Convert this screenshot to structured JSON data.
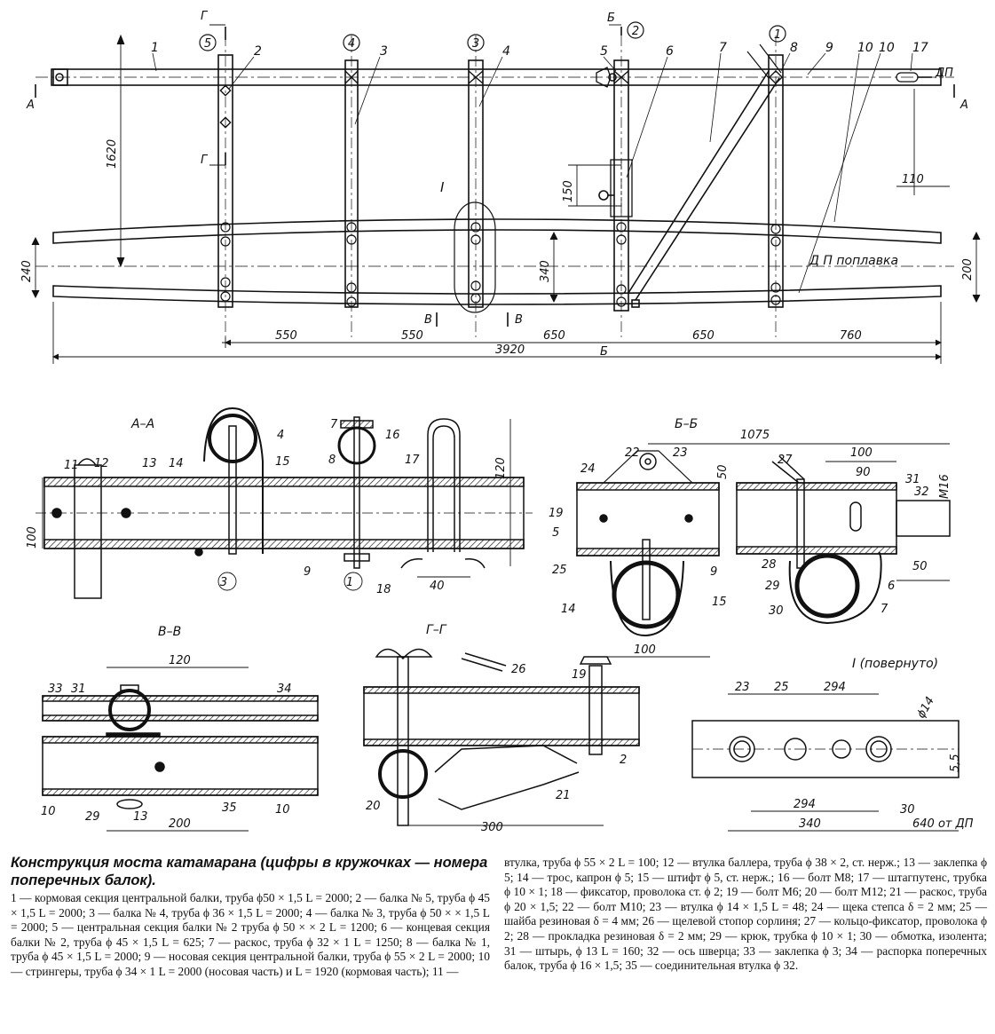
{
  "plan": {
    "beam_numbers": [
      "5",
      "4",
      "3",
      "2",
      "1"
    ],
    "part_numbers": [
      "1",
      "2",
      "3",
      "4",
      "5",
      "6",
      "7",
      "8",
      "9",
      "10",
      "10",
      "17"
    ],
    "section_marks": {
      "A_left": "А",
      "A_right": "А",
      "B_top": "Б",
      "B_bottom": "Б",
      "V_left": "В",
      "V_right": "В",
      "G_top": "Г",
      "G_bottom": "Г"
    },
    "dp_label": "ДП",
    "float_dp_label": "Д П поплавка",
    "detail_mark": "I",
    "dims": {
      "d1620": "1620",
      "d240": "240",
      "d340": "340",
      "d150": "150",
      "d110": "110",
      "d200": "200",
      "spans": [
        "550",
        "550",
        "650",
        "650",
        "760"
      ],
      "total": "3920"
    }
  },
  "section_AA": {
    "title": "А–А",
    "labels": [
      "11",
      "12",
      "13",
      "14",
      "4",
      "15",
      "7",
      "8",
      "16",
      "17",
      "9",
      "18"
    ],
    "circles": [
      "3",
      "1"
    ],
    "dims": {
      "d100": "100",
      "d120": "120",
      "d40": "40"
    }
  },
  "section_BB": {
    "title": "Б–Б",
    "labels": [
      "22",
      "23",
      "24",
      "19",
      "5",
      "25",
      "9",
      "14",
      "15",
      "27",
      "31",
      "32",
      "28",
      "29",
      "30",
      "6",
      "7"
    ],
    "dims": {
      "d1075": "1075",
      "d100a": "100",
      "d90": "90",
      "d50a": "50",
      "dM16": "М16",
      "d50b": "50",
      "d100b": "100"
    }
  },
  "section_VV": {
    "title": "В–В",
    "labels": [
      "33",
      "31",
      "34",
      "10",
      "29",
      "13",
      "35",
      "10"
    ],
    "dims": {
      "d120": "120",
      "d200": "200"
    }
  },
  "section_GG": {
    "title": "Г–Г",
    "labels": [
      "26",
      "19",
      "2",
      "20",
      "21"
    ],
    "dims": {
      "d300": "300"
    }
  },
  "detail_I": {
    "title": "I (повернуто)",
    "dims": {
      "d23": "23",
      "d25": "25",
      "d294a": "294",
      "phi14": "ϕ14",
      "d55": "5,5",
      "d294b": "294",
      "d30": "30",
      "d340": "340",
      "d640": "640 от ДП"
    }
  },
  "caption": {
    "title": "Конструкция моста катамарана (цифры в кружочках — номера поперечных балок).",
    "left_text": "1 — кормовая секция центральной балки, труба ϕ50 × 1,5 L = 2000; 2 — балка № 5, труба ϕ 45 × 1,5 L = 2000; 3 — балка № 4, труба ϕ 36 × 1,5 L = 2000; 4 — балка № 3, труба ϕ 50 × × 1,5 L = 2000; 5 — центральная секция балки № 2 труба ϕ 50 × × 2 L = 1200; 6 — концевая секция балки № 2, труба ϕ 45 × 1,5 L = 625; 7 — раскос, труба ϕ 32 × 1 L = 1250; 8 — балка № 1, труба ϕ 45 × 1,5 L = 2000; 9 — носовая секция центральной балки, труба ϕ 55 × 2 L = 2000; 10 — стрингеры, труба ϕ 34 × 1 L = 2000 (носовая часть) и L = 1920 (кормовая часть); 11 —",
    "right_text": "втулка, труба ϕ 55 × 2 L = 100; 12 — втулка баллера, труба ϕ 38 × 2, ст. нерж.; 13 — заклепка ϕ 5; 14 — трос, капрон ϕ 5; 15 — штифт ϕ 5, ст. нерж.; 16 — болт М8; 17 — штагпутенс, трубка ϕ 10 × 1; 18 — фиксатор, проволока ст. ϕ 2; 19 — болт М6; 20 — болт М12; 21 — раскос, труба ϕ 20 × 1,5; 22 — болт М10; 23 — втулка ϕ 14 × 1,5 L = 48; 24 — щека степса δ = 2 мм; 25 — шайба резиновая δ = 4 мм; 26 — щелевой стопор сорлиня; 27 — кольцо-фиксатор, проволока ϕ 2; 28 — прокладка резиновая δ = 2 мм; 29 — крюк, трубка ϕ 10 × 1; 30 — обмотка, изолента; 31 — штырь, ϕ 13 L = 160; 32 — ось шверца; 33 — заклепка ϕ 3; 34 — распорка поперечных балок, труба ϕ 16 × 1,5; 35 — соединительная втулка ϕ 32."
  }
}
